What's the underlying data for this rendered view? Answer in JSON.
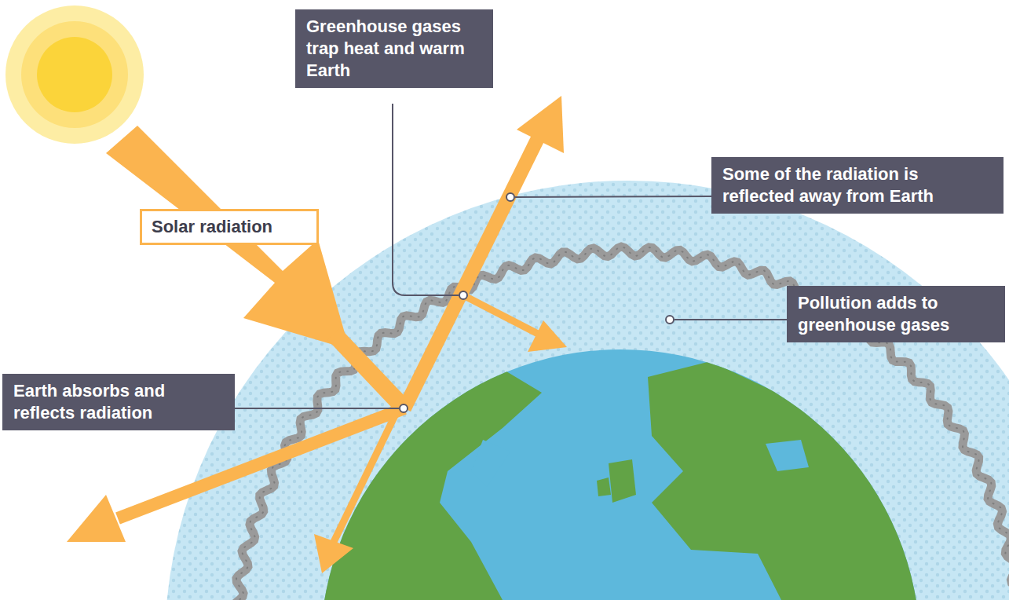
{
  "diagram": {
    "nodes": [
      {
        "text": [
          "Greenhouse gases trap heat and warm Earth"
        ]
      },
      {
        "text": [
          "Some of the radiation is reflected away from Earth"
        ]
      },
      {
        "text": [
          "Solar radiation"
        ]
      },
      {
        "text": [
          "Pollution adds to greenhouse gases"
        ]
      },
      {
        "text": [
          "Earth absorbs and reflects radiation"
        ]
      }
    ]
  }
}
